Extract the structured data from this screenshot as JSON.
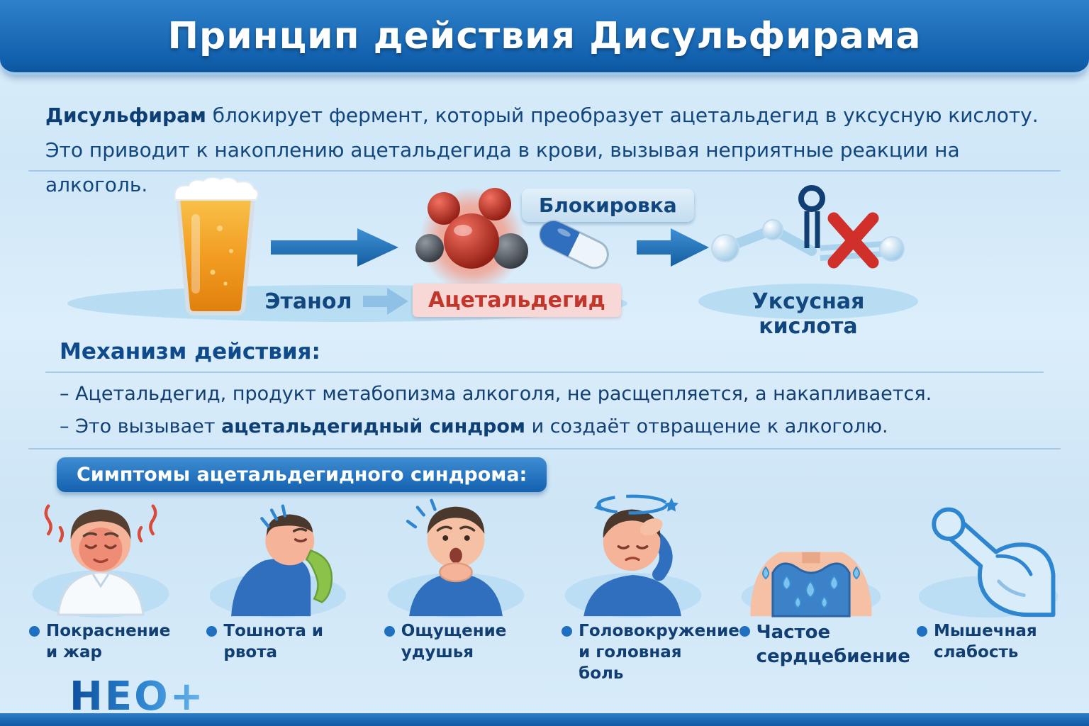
{
  "header": {
    "title": "Принцип действия Дисульфирама"
  },
  "intro": {
    "line1_bold": "Дисульфирам",
    "line1_rest": " блокирует фермент, который преобразует ацетальдегид в уксусную кислоту.",
    "line2": "Это приводит к накоплению ацетальдегида в крови, вызывая неприятные реакции на алкоголь."
  },
  "process": {
    "blocking_label": "Блокировка",
    "ethanol_label": "Этанол",
    "acetaldehyde_label": "Ацетальдегид",
    "acetic_acid_label": "Уксусная кислота"
  },
  "mechanism": {
    "heading": "Механизм действия:",
    "bullet1": "– Ацетальдегид, продукт метабопизма алкоголя, не расщепляется, а накапливается.",
    "bullet2_prefix": "– Это вызывает ",
    "bullet2_bold": "ацетальдегидный синдром",
    "bullet2_suffix": " и создаёт отвращение к алкоголю."
  },
  "symptoms": {
    "heading": "Симптомы ацетальдегидного синдрома:",
    "items": [
      {
        "label": "Покраснение и жар",
        "icon": "flushed-face-icon"
      },
      {
        "label": "Тошнота и рвота",
        "icon": "vomiting-icon"
      },
      {
        "label": "Ощущение удушья",
        "icon": "choking-icon"
      },
      {
        "label": "Головокружение и головная боль",
        "icon": "dizziness-icon"
      },
      {
        "label": "Частое сердцебиение",
        "icon": "sweating-chest-icon"
      },
      {
        "label": "Мышечная слабость",
        "icon": "muscle-arm-icon"
      }
    ]
  },
  "footer": {
    "logo": "НЕО+"
  },
  "colors": {
    "header_blue": "#1261ae",
    "text_blue": "#123f73",
    "accent_red": "#c3362b",
    "arrow_blue": "#1e78c8",
    "background_light": "#d6ebfa"
  }
}
